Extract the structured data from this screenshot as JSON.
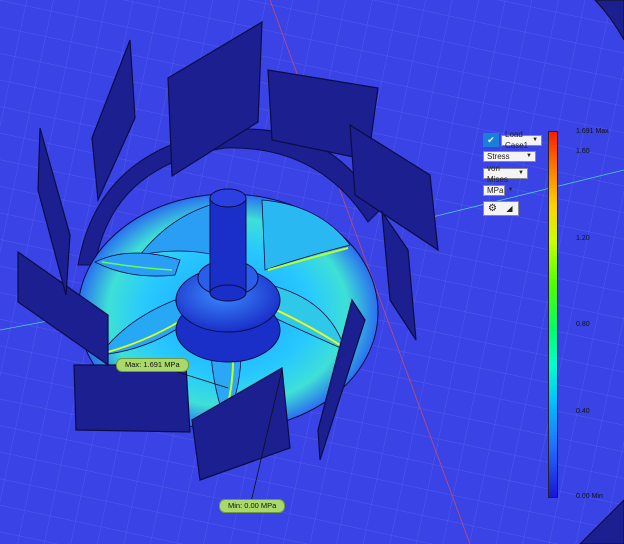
{
  "toolbar": {
    "load_case": "Load Case1",
    "result_type": "Stress",
    "stress_component": "von Mises",
    "unit": "MPa",
    "settings_icon": "gear-icon",
    "probe_icon": "triangle-ruler-icon"
  },
  "legend": {
    "max_label": "1.691 Max",
    "ticks": [
      "1.60",
      "1.20",
      "0.80",
      "0.40"
    ],
    "min_label": "0.00 Min"
  },
  "callouts": {
    "max": "Max: 1.691 MPa",
    "min": "Min: 0.00 MPa"
  },
  "colors": {
    "background": "#3a43e6",
    "part": "#1b1f8f",
    "accent": "#1a7fd8"
  }
}
